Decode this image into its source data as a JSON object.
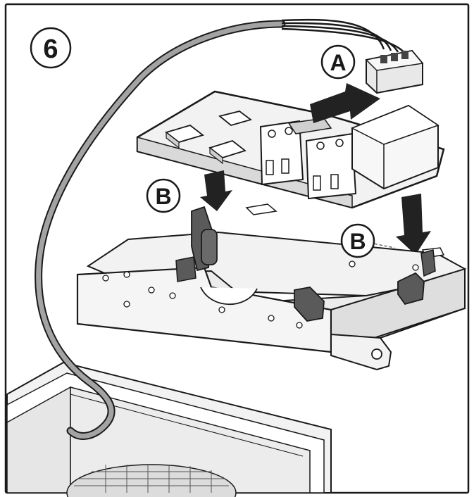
{
  "step": {
    "number": "6"
  },
  "callouts": {
    "connector": "A",
    "latch_left": "B",
    "latch_right": "B"
  },
  "colors": {
    "line": "#1a1a1a",
    "panel": "#f2f2f2",
    "panel_shade": "#d9d9d9",
    "cable": "#a3a3a3",
    "latch": "#5a5a5a",
    "arrow": "#222222"
  }
}
